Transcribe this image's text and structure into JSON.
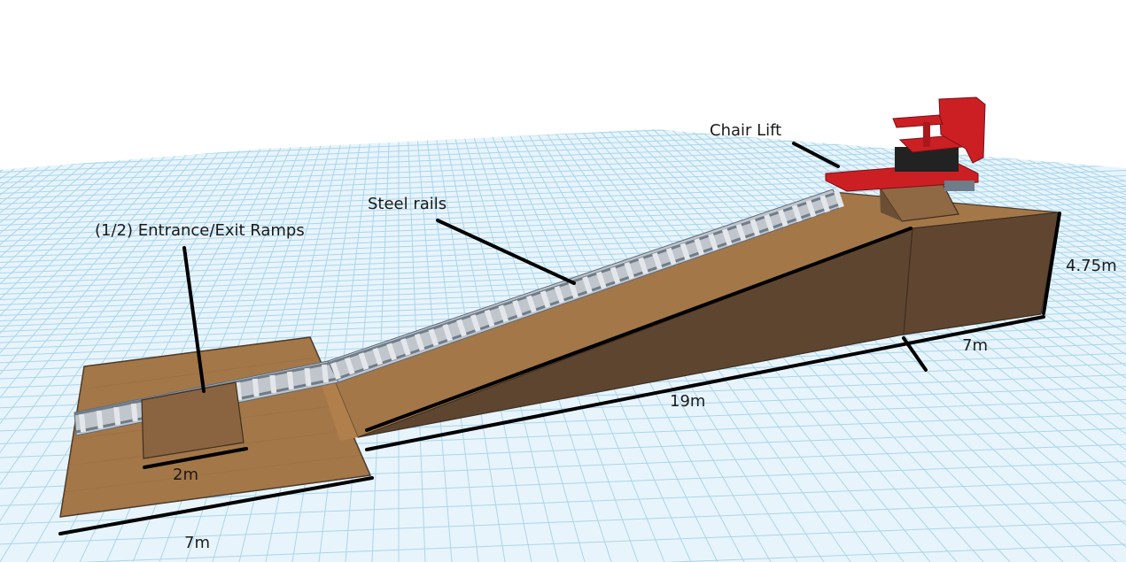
{
  "labels": {
    "chair_lift": "Chair Lift",
    "steel_rails": "Steel rails",
    "entrance_exit_ramps": "(1/2) Entrance/Exit Ramps"
  },
  "dimensions": {
    "ramp_width": "2m",
    "platform_width": "7m",
    "incline_length": "19m",
    "top_width": "7m",
    "height": "4.75m"
  },
  "colors": {
    "grid_bg": "#e8f4fb",
    "grid_line": "#a9d6ec",
    "wood_light": "#a47748",
    "wood_dark": "#5e4530",
    "wood_top": "#b07f4c",
    "rail": "#9aa3ad",
    "sleeper": "#c8ccd1",
    "seat_red": "#cc1f24",
    "dimension_line": "#000000"
  }
}
